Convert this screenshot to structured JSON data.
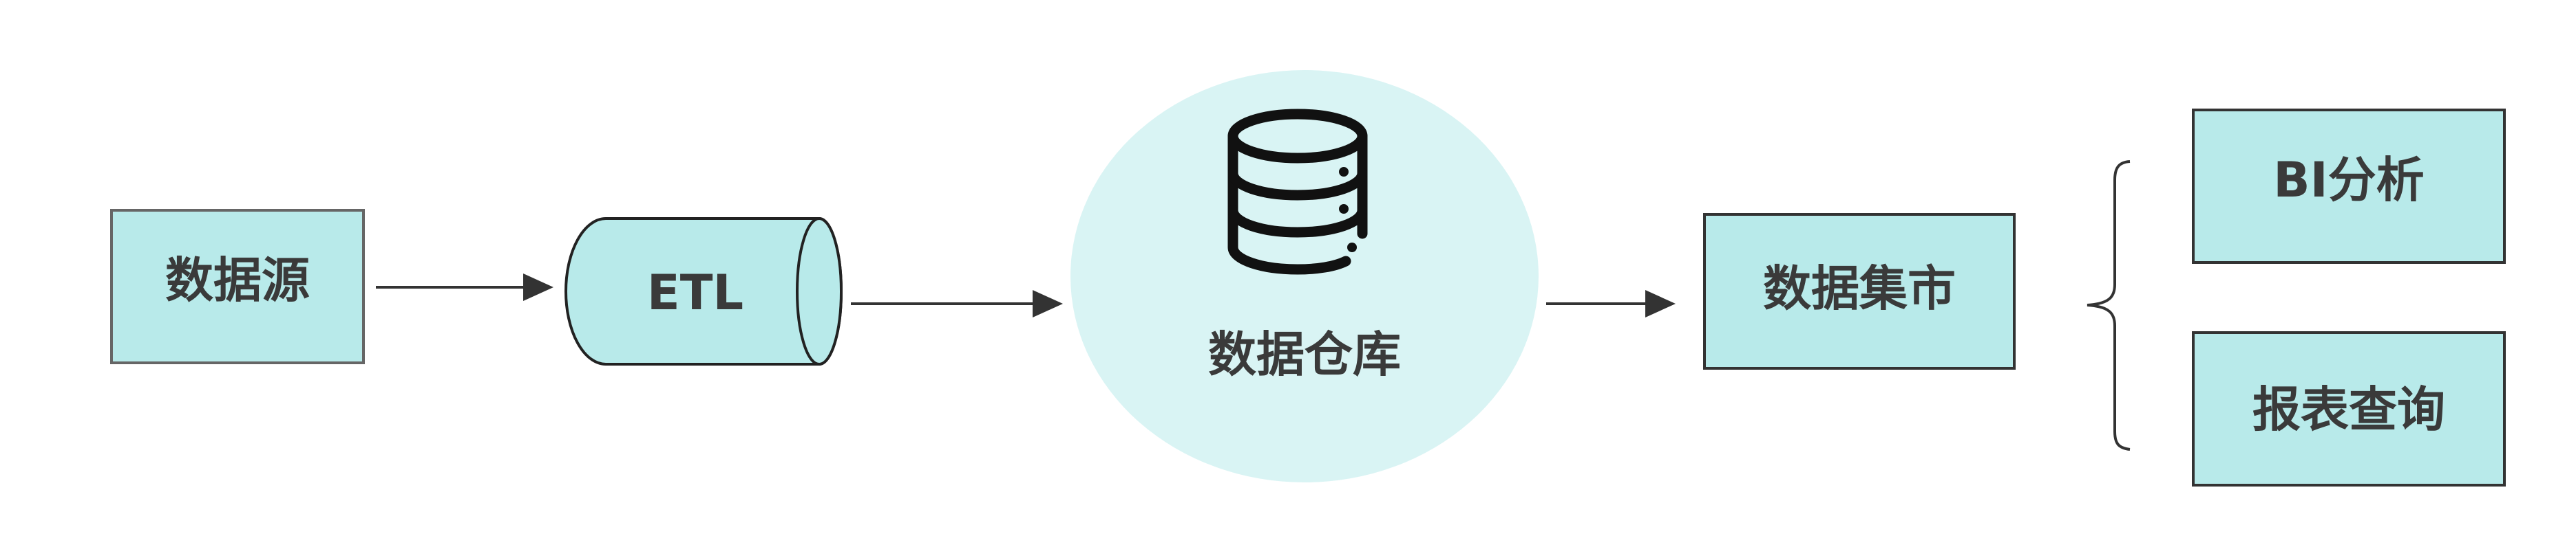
{
  "nodes": {
    "source": {
      "label": "数据源"
    },
    "etl": {
      "label": "ETL"
    },
    "warehouse": {
      "label": "数据仓库",
      "icon": "database-icon"
    },
    "mart": {
      "label": "数据集市"
    },
    "bi": {
      "label": "BI分析"
    },
    "report": {
      "label": "报表查询"
    }
  },
  "colors": {
    "box_fill": "#b8eaea",
    "box_stroke": "#555555",
    "circle_fill": "#d9f4f4",
    "arrow": "#333333",
    "text": "#3a3a3a"
  }
}
